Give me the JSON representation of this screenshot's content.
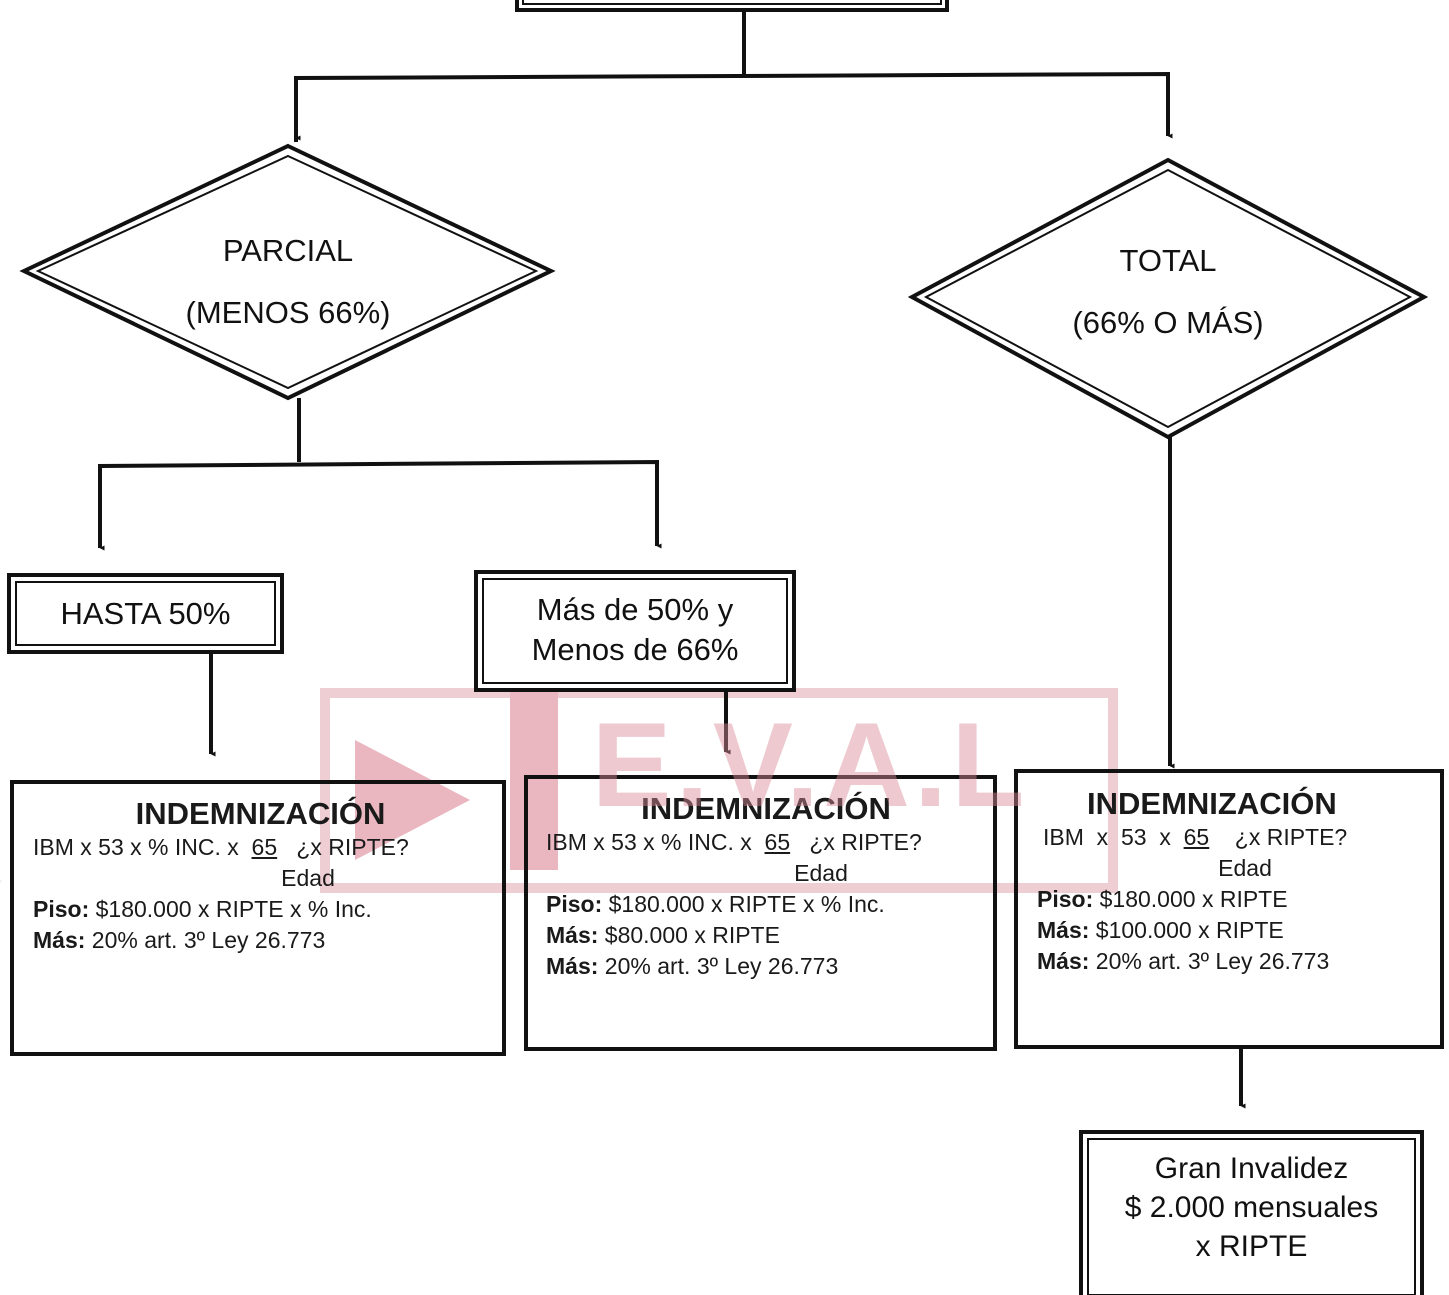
{
  "colors": {
    "line": "#111111",
    "watermark_red": "#d98b98",
    "watermark_gray": "#c9c9c9"
  },
  "watermark": {
    "text": "E.V.A.L"
  },
  "decisions": {
    "parcial": {
      "line1": "PARCIAL",
      "line2": "(MENOS 66%)"
    },
    "total": {
      "line1": "TOTAL",
      "line2": "(66% O MÁS)"
    }
  },
  "ranges": {
    "hasta50": "HASTA 50%",
    "mas50_line1": "Más de 50% y",
    "mas50_line2": "Menos de 66%"
  },
  "indemnizacion": [
    {
      "title": "INDEMNIZACIÓN",
      "formula_pre": "IBM x 53 x % INC. x",
      "formula_num": "65",
      "formula_post": "¿x RIPTE?",
      "formula_den": "Edad",
      "items": [
        {
          "label": "Piso:",
          "text": "$180.000 x RIPTE x % Inc."
        },
        {
          "label": "Más:",
          "text": "20% art. 3º Ley 26.773"
        }
      ]
    },
    {
      "title": "INDEMNIZACIÓN",
      "formula_pre": "IBM x 53 x % INC. x",
      "formula_num": "65",
      "formula_post": "¿x RIPTE?",
      "formula_den": "Edad",
      "items": [
        {
          "label": "Piso:",
          "text": "$180.000 x RIPTE x % Inc."
        },
        {
          "label": "Más:",
          "text": "$80.000 x RIPTE"
        },
        {
          "label": "Más:",
          "text": "20% art. 3º Ley 26.773"
        }
      ]
    },
    {
      "title": "INDEMNIZACIÓN",
      "formula_pre": "IBM  x  53  x",
      "formula_num": "65",
      "formula_post": "¿x RIPTE?",
      "formula_den": "Edad",
      "items": [
        {
          "label": "Piso:",
          "text": "$180.000 x RIPTE"
        },
        {
          "label": "Más:",
          "text": "$100.000 x RIPTE"
        },
        {
          "label": "Más:",
          "text": "20% art. 3º Ley 26.773"
        }
      ]
    }
  ],
  "gran_invalidez": {
    "line1": "Gran Invalidez",
    "line2": "$ 2.000 mensuales",
    "line3": "x RIPTE"
  }
}
